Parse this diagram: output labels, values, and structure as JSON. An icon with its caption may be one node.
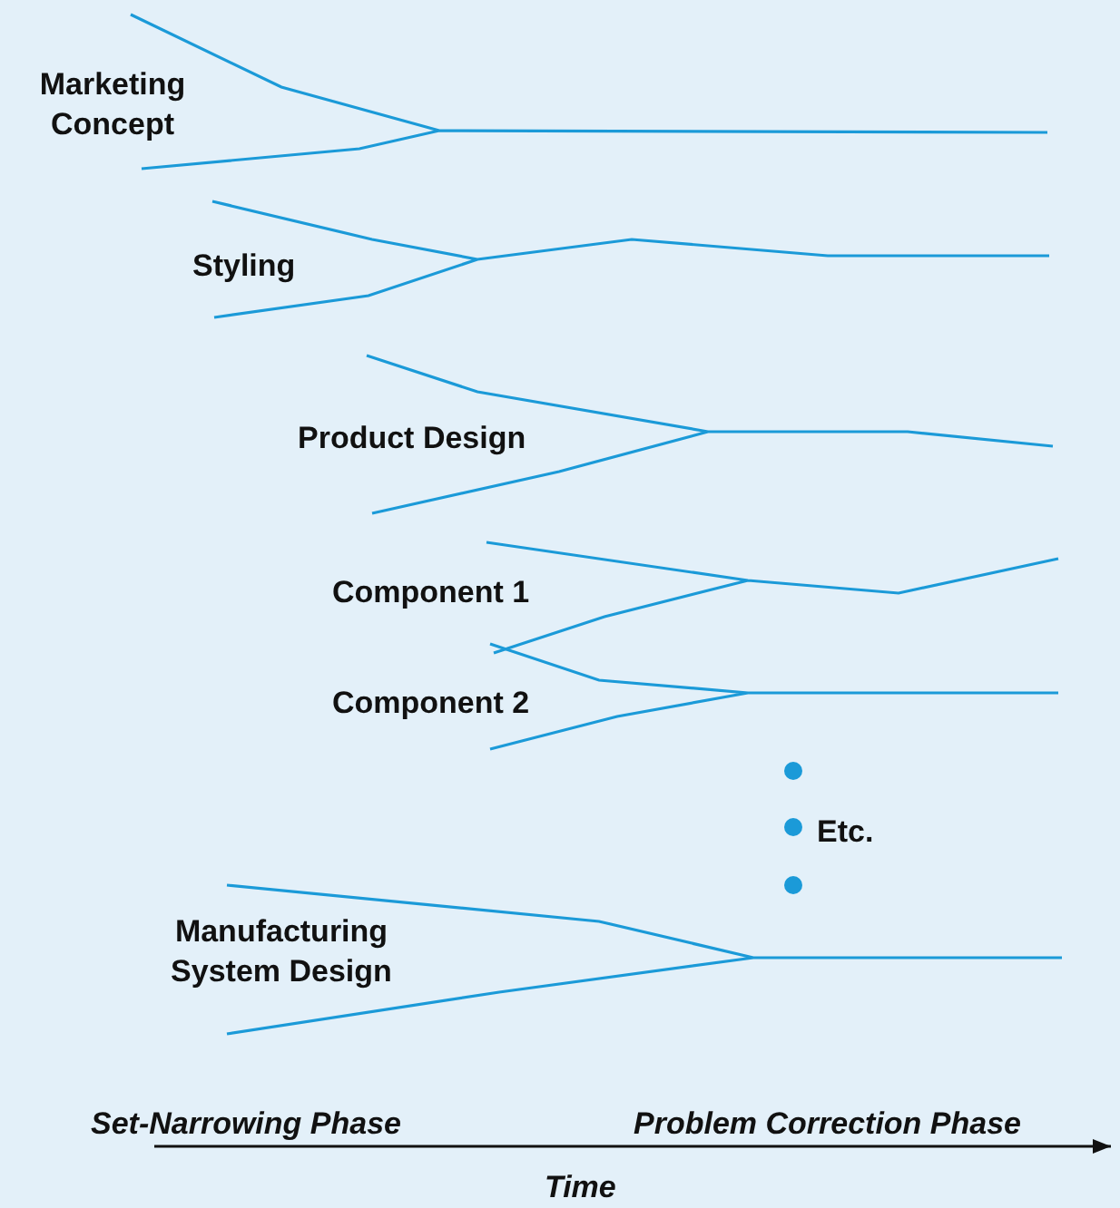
{
  "diagram": {
    "labels": [
      "Marketing Concept",
      "Styling",
      "Product Design",
      "Component 1",
      "Component 2",
      "Etc.",
      "Manufacturing System Design",
      "Set-Narrowing Phase",
      "Problem Correction Phase",
      "Time"
    ]
  }
}
